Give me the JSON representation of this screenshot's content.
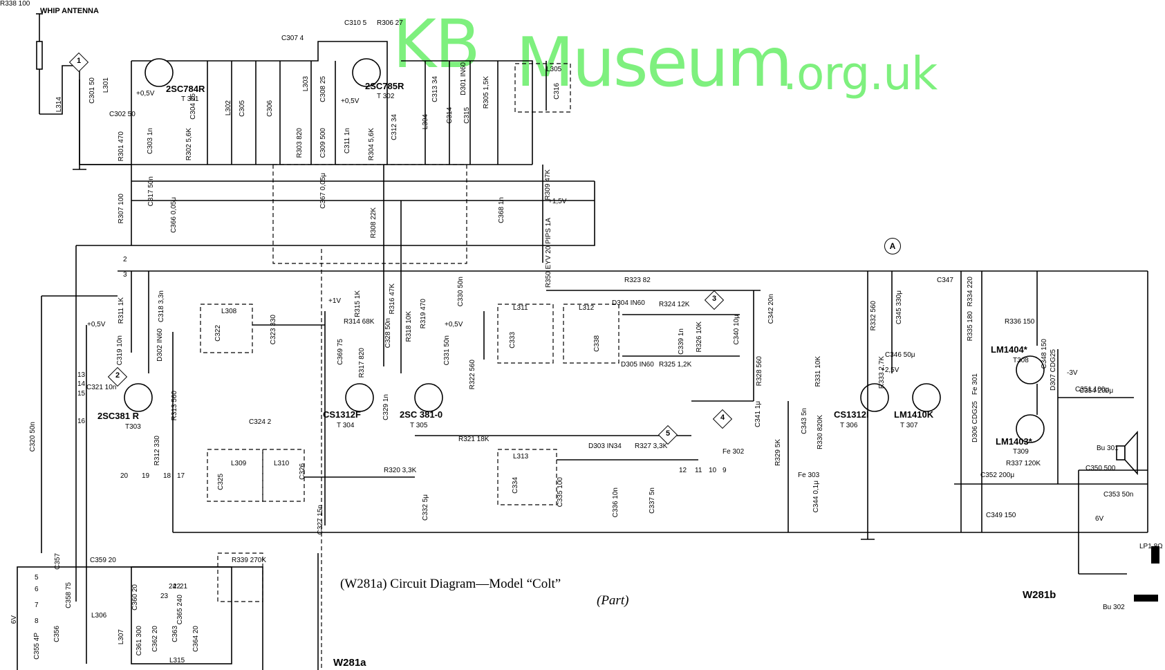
{
  "watermark": {
    "brand": "KB",
    "name": "Museum",
    "domain": ".org.uk",
    "color": "#7ef07e"
  },
  "caption": {
    "title": "(W281a) Circuit Diagram—Model “Colt”",
    "part": "(Part)"
  },
  "sheets": {
    "left": "W281a",
    "right": "W281b"
  },
  "antenna": "WHIP ANTENNA",
  "transistors": [
    {
      "type": "2SC784R",
      "ref": "T 301"
    },
    {
      "type": "2SC785R",
      "ref": "T 302"
    },
    {
      "type": "2SC381 R",
      "ref": "T303"
    },
    {
      "type": "CS1312F",
      "ref": "T 304"
    },
    {
      "type": "2SC 381-0",
      "ref": "T 305"
    },
    {
      "type": "CS1312I",
      "ref": "T 306"
    },
    {
      "type": "LM1410K",
      "ref": "T 307"
    },
    {
      "type": "LM1404*",
      "ref": "T308"
    },
    {
      "type": "LM1403*",
      "ref": "T309"
    }
  ],
  "components": [
    "L314",
    "C301 50",
    "L301",
    "C302 50",
    "R301 470",
    "C303 1n",
    "R302 5,6K",
    "C304 25",
    "L302",
    "C305",
    "C306",
    "C307 4",
    "L303",
    "C308 25",
    "C309 500",
    "R303 820",
    "C311 1n",
    "R304 5,6K",
    "C310 5",
    "R306 27",
    "C312 34",
    "L304",
    "C314",
    "C315",
    "C313 34",
    "D301 IN60",
    "R305 1,5K",
    "L305",
    "C316",
    "R309 47K",
    "C317 50n",
    "C366 0,05μ",
    "C367 0,05μ",
    "R307 100",
    "R308 22K",
    "C368 1n",
    "R350 EYV 20 PIPS 1A",
    "R311 1K",
    "C318 3,3n",
    "C319 10n",
    "D302 IN60",
    "L308",
    "C322",
    "C323 330",
    "C321 10n",
    "R313 560",
    "R312 330",
    "C320 50n",
    "C324 2",
    "L309",
    "C325",
    "L310",
    "C326",
    "C327 15n",
    "R315 1K",
    "R314 68K",
    "R316 47K",
    "C328 50n",
    "C369 75",
    "R317 820",
    "C329 1n",
    "R318 10K",
    "R319 470",
    "C330 50n",
    "C331 50n",
    "R322 560",
    "L311",
    "C333",
    "L312",
    "C338",
    "R323 82",
    "D304 IN60",
    "R324 12K",
    "C339 1n",
    "R326 10K",
    "C340 10μ",
    "C342 20n",
    "D305 IN60",
    "R325 1,2K",
    "R328 560",
    "R321 18K",
    "R320 3,3K",
    "C332 5μ",
    "L313",
    "C334",
    "C335 100",
    "D303 IN34",
    "R327 3,3K",
    "C336 10n",
    "C337 5n",
    "Fe 302",
    "C341 1μ",
    "R329 5K",
    "Fe 303",
    "C344 0,1μ",
    "C343 5n",
    "R330 820K",
    "R331 10K",
    "R332 560",
    "R333 2,7K",
    "C345 330μ",
    "C346 50μ",
    "C347",
    "R334 220",
    "R335 180",
    "R336 150",
    "C348 150",
    "Fe 301",
    "D306 CDG25",
    "D307 CDG25",
    "C351 100μ",
    "C352 200μ",
    "R337 120K",
    "C349 150",
    "C350 500",
    "C353 50n",
    "C354 200μ",
    "Bu 301",
    "LP1 8Ω",
    "Bu 302",
    "6V",
    "C355 4P",
    "C356",
    "C357",
    "C358 75",
    "C359 20",
    "L306",
    "L307",
    "C360 20",
    "C361 300",
    "C362 20",
    "C363",
    "C364 20",
    "C365 240",
    "R339 270K",
    "L315",
    "R338 100"
  ],
  "voltages": [
    "+0,5V",
    "+0,5V",
    "+1,5V",
    "+0,5V",
    "+1V",
    "+0,5V",
    "+2,5V",
    "-3V",
    "6V"
  ],
  "test_points": [
    "1",
    "2",
    "3",
    "4",
    "5"
  ],
  "junction": "A",
  "switch_contacts": [
    "2",
    "3",
    "13",
    "14",
    "15",
    "16",
    "19",
    "18",
    "17",
    "20",
    "12",
    "11",
    "10",
    "9",
    "5",
    "6",
    "7",
    "8",
    "24",
    "23",
    "22",
    "21"
  ]
}
